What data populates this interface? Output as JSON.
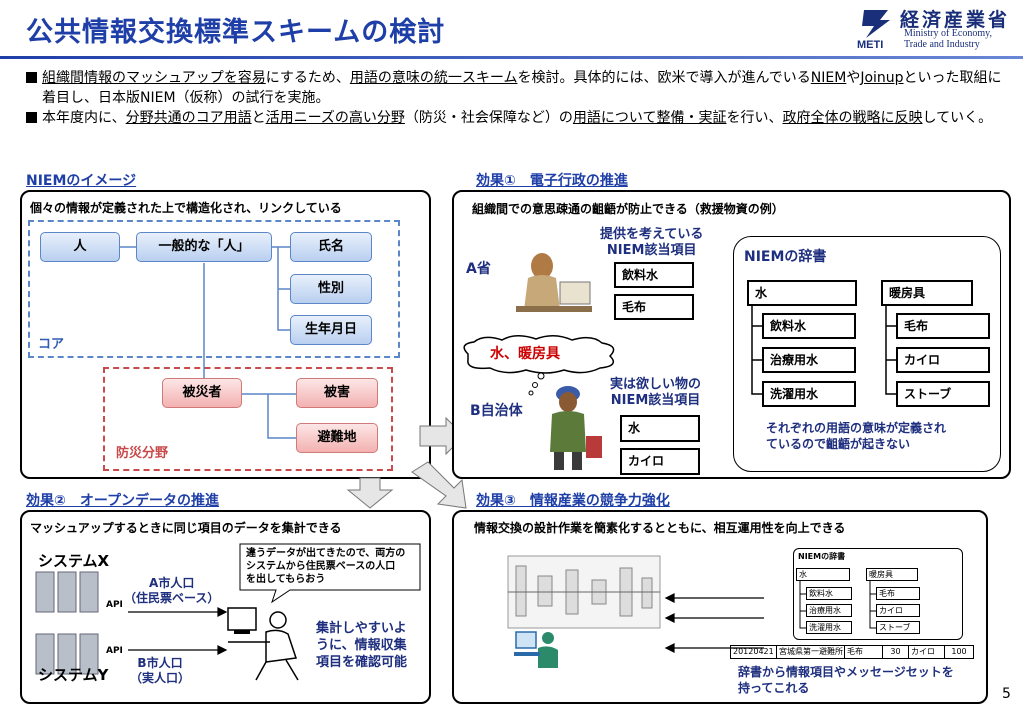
{
  "header": {
    "title": "公共情報交換標準スキームの検討",
    "logo_jp": "経済産業省",
    "logo_en_1": "Ministry of Economy,",
    "logo_en_2": "Trade and Industry",
    "logo_meti": "METI"
  },
  "bullets": {
    "b1_u1": "組織間情報のマッシュアップを容易",
    "b1_t1": "にするため、",
    "b1_u2": "用語の意味の統一スキーム",
    "b1_t2": "を検討。具体的には、欧米で導入が進んでいる",
    "b1_u3": "NIEM",
    "b1_t3": "や",
    "b1_u4": "Joinup",
    "b1_t4": "といった取組に着目し、日本版NIEM（仮称）の試行を実施。",
    "b2_t1": "本年度内に、",
    "b2_u1": "分野共通のコア用語",
    "b2_t2": "と",
    "b2_u2": "活用ニーズの高い分野",
    "b2_t3": "（防災・社会保障など）の",
    "b2_u3": "用語について整備・実証",
    "b2_t4": "を行い、",
    "b2_u4": "政府全体の戦略に反映",
    "b2_t5": "していく。"
  },
  "niem_image": {
    "heading": "NIEMのイメージ",
    "subtitle": "個々の情報が定義された上で構造化され、リンクしている",
    "person": "人",
    "general": "一般的な「人」",
    "name": "氏名",
    "gender": "性別",
    "birth": "生年月日",
    "core_label": "コア",
    "victim": "被災者",
    "damage": "被害",
    "evac": "避難地",
    "disaster_label": "防災分野"
  },
  "effect1": {
    "heading": "効果①　電子行政の推進",
    "subtitle": "組織間での意思疎通の齟齬が防止できる（救援物資の例）",
    "a_label": "A省",
    "offer_1": "提供を考えている",
    "offer_2": "NIEM該当項目",
    "a_item1": "飲料水",
    "a_item2": "毛布",
    "cloud": "水、暖房具",
    "b_label": "B自治体",
    "want_1": "実は欲しい物の",
    "want_2": "NIEM該当項目",
    "b_item1": "水",
    "b_item2": "カイロ",
    "dict_title": "NIEMの辞書",
    "water": "水",
    "heater": "暖房具",
    "w1": "飲料水",
    "w2": "治療用水",
    "w3": "洗濯用水",
    "h1": "毛布",
    "h2": "カイロ",
    "h3": "ストーブ",
    "note_1": "それぞれの用語の意味が定義され",
    "note_2": "ているので齟齬が起きない"
  },
  "effect2": {
    "heading": "効果②　オープンデータの推進",
    "subtitle": "マッシュアップするときに同じ項目のデータを集計できる",
    "sysx": "システムX",
    "sysy": "システムY",
    "api": "API",
    "a_city_1": "A市人口",
    "a_city_2": "（住民票ベース）",
    "b_city_1": "B市人口",
    "b_city_2": "（実人口）",
    "bubble_1": "違うデータが出てきたので、両方の",
    "bubble_2": "システムから住民票ベースの人口",
    "bubble_3": "を出してもらおう",
    "easy_1": "集計しやすいよ",
    "easy_2": "うに、情報収集",
    "easy_3": "項目を確認可能"
  },
  "effect3": {
    "heading": "効果③　情報産業の競争力強化",
    "subtitle": "情報交換の設計作業を簡素化するとともに、相互運用性を向上できる",
    "dict_title": "NIEMの辞書",
    "water": "水",
    "heater": "暖房具",
    "w1": "飲料水",
    "w2": "治療用水",
    "w3": "洗濯用水",
    "h1": "毛布",
    "h2": "カイロ",
    "h3": "ストーブ",
    "rec": [
      "20120421",
      "宮城県第一避難所",
      "毛布",
      "30",
      "カイロ",
      "100"
    ],
    "caption_1": "辞書から情報項目やメッセージセットを",
    "caption_2": "持ってこれる"
  },
  "page_number": "5",
  "colors": {
    "title_blue": "#1f3fa8",
    "core_blue": "#5b86c8",
    "disaster_red": "#c84a4a",
    "alert_red": "#cc0000"
  }
}
